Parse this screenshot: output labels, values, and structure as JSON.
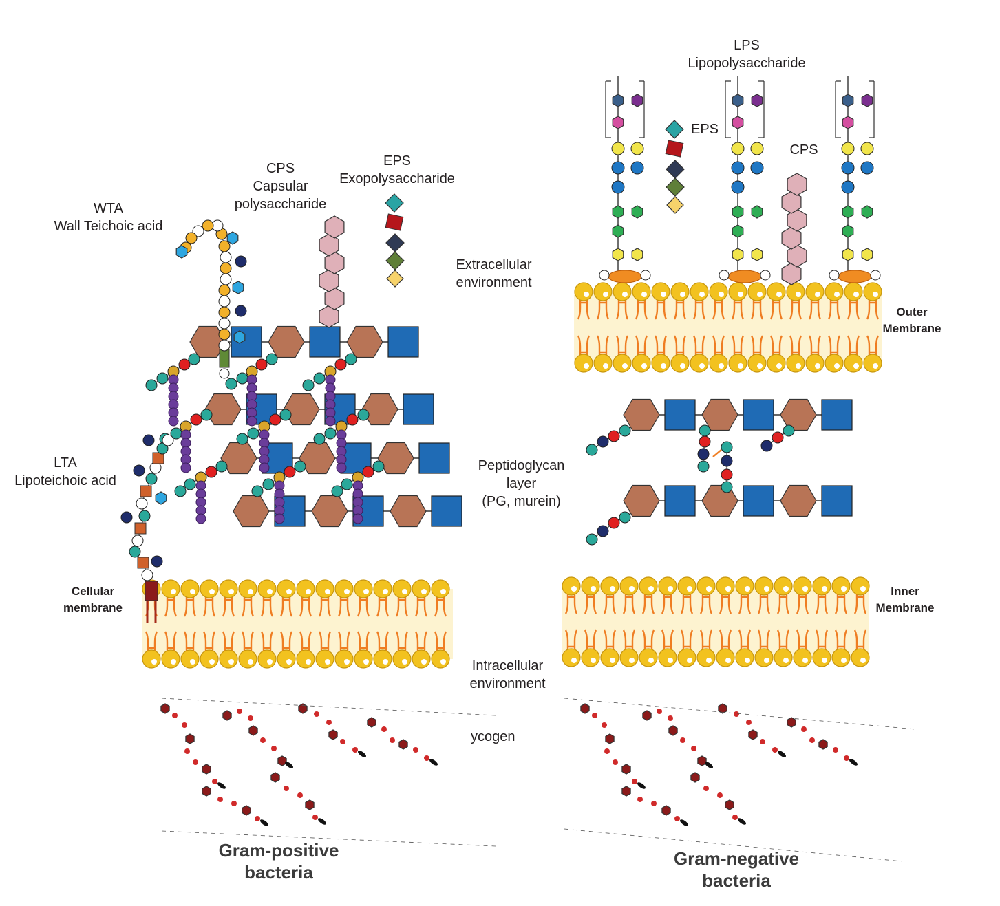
{
  "figure": {
    "gram_positive": {
      "title_line1": "Gram-positive",
      "title_line2": "bacteria",
      "wta_abbrev": "WTA",
      "wta_full": "Wall Teichoic acid",
      "cps_abbrev": "CPS",
      "cps_full_line1": "Capsular",
      "cps_full_line2": "polysaccharide",
      "eps_abbrev": "EPS",
      "eps_full": "Exopolysaccharide",
      "lta_abbrev": "LTA",
      "lta_full": "Lipoteichoic acid",
      "membrane_line1": "Cellular",
      "membrane_line2": "membrane"
    },
    "gram_negative": {
      "title_line1": "Gram-negative",
      "title_line2": "bacteria",
      "lps_abbrev": "LPS",
      "lps_full": "Lipopolysaccharide",
      "eps_abbrev": "EPS",
      "cps_abbrev": "CPS",
      "outer_membrane_line1": "Outer",
      "outer_membrane_line2": "Membrane",
      "inner_membrane_line1": "Inner",
      "inner_membrane_line2": "Membrane"
    },
    "shared": {
      "extracellular_line1": "Extracellular",
      "extracellular_line2": "environment",
      "peptidoglycan_line1": "Peptidoglycan",
      "peptidoglycan_line2": "layer",
      "peptidoglycan_line3": "(PG, murein)",
      "intracellular_line1": "Intracellular",
      "intracellular_line2": "environment",
      "glycogen_partial": "ycogen"
    }
  },
  "colors": {
    "nag_hexagon": "#b87456",
    "nam_square": "#1f6bb5",
    "lipid_head": "#f2c21f",
    "lipid_tail": "#ef7d22",
    "membrane_bg": "#fdf3d0",
    "cps_sugar": "#dfb0b8",
    "glycogen": "#8b1a1a",
    "teal": "#2aa89a",
    "red": "#e02020",
    "gold": "#d9a52a",
    "purple": "#6a3d9a",
    "navy": "#1f2d6b"
  }
}
